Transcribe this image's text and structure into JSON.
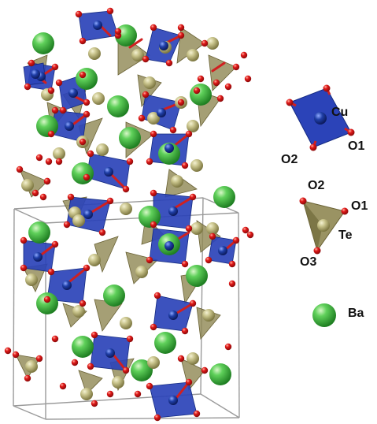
{
  "legend": {
    "cu_group": {
      "metal": "Cu",
      "o_a": "O2",
      "o_b": "O1"
    },
    "te_group": {
      "metal": "Te",
      "o_a": "O2",
      "o_b": "O1",
      "o_c": "O3"
    },
    "ba_group": {
      "atom": "Ba"
    }
  },
  "colors": {
    "cu_polyhedron": "#2b43b8",
    "cu_atom": "#1f3fa8",
    "te_polyhedron": "#8f8752",
    "te_atom": "#c9c48c",
    "ba_atom": "#44b544",
    "o_atom": "#e01818",
    "unit_cell": "#9a9a9a",
    "bond": "#d02020"
  },
  "structure": {
    "elements": [
      "Cu",
      "Te",
      "Ba",
      "O"
    ],
    "unit_cell_shown": true
  }
}
